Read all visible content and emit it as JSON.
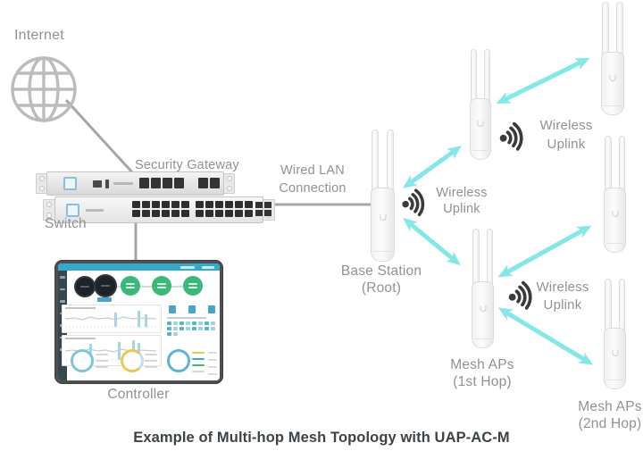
{
  "caption": "Example of Multi-hop Mesh Topology with UAP-AC-M",
  "colors": {
    "arrow": "#86e7e9",
    "connector_line": "#a6a6a6",
    "label_text": "#8f9295",
    "wifi_icon": "#3a3a3a",
    "caption_text": "#3d4347",
    "device_accent_blue": "#8fbcd8",
    "controller_header": "#35a9cb",
    "controller_green": "#3cb878",
    "controller_blue": "#4aa3c9",
    "controller_yellow": "#e9c94f"
  },
  "nodes": {
    "internet": {
      "label": "Internet",
      "icon": "globe-icon"
    },
    "security_gateway": {
      "label": "Security Gateway",
      "lan_port_count": 4,
      "wan_port_count": 2
    },
    "switch": {
      "label": "Switch",
      "port_count": 24,
      "sfp_port_count": 2
    },
    "controller": {
      "label": "Controller"
    },
    "base_station": {
      "label_line1": "Base Station",
      "label_line2": "(Root)"
    },
    "mesh_1st_hop": {
      "label_line1": "Mesh APs",
      "label_line2": "(1st Hop)"
    },
    "mesh_2nd_hop": {
      "label_line1": "Mesh APs",
      "label_line2": "(2nd Hop)"
    }
  },
  "links": {
    "wired_lan": {
      "label_line1": "Wired LAN",
      "label_line2": "Connection"
    },
    "wireless_uplink": {
      "label_line1": "Wireless",
      "label_line2": "Uplink",
      "icon": "wifi-signal-icon"
    }
  }
}
